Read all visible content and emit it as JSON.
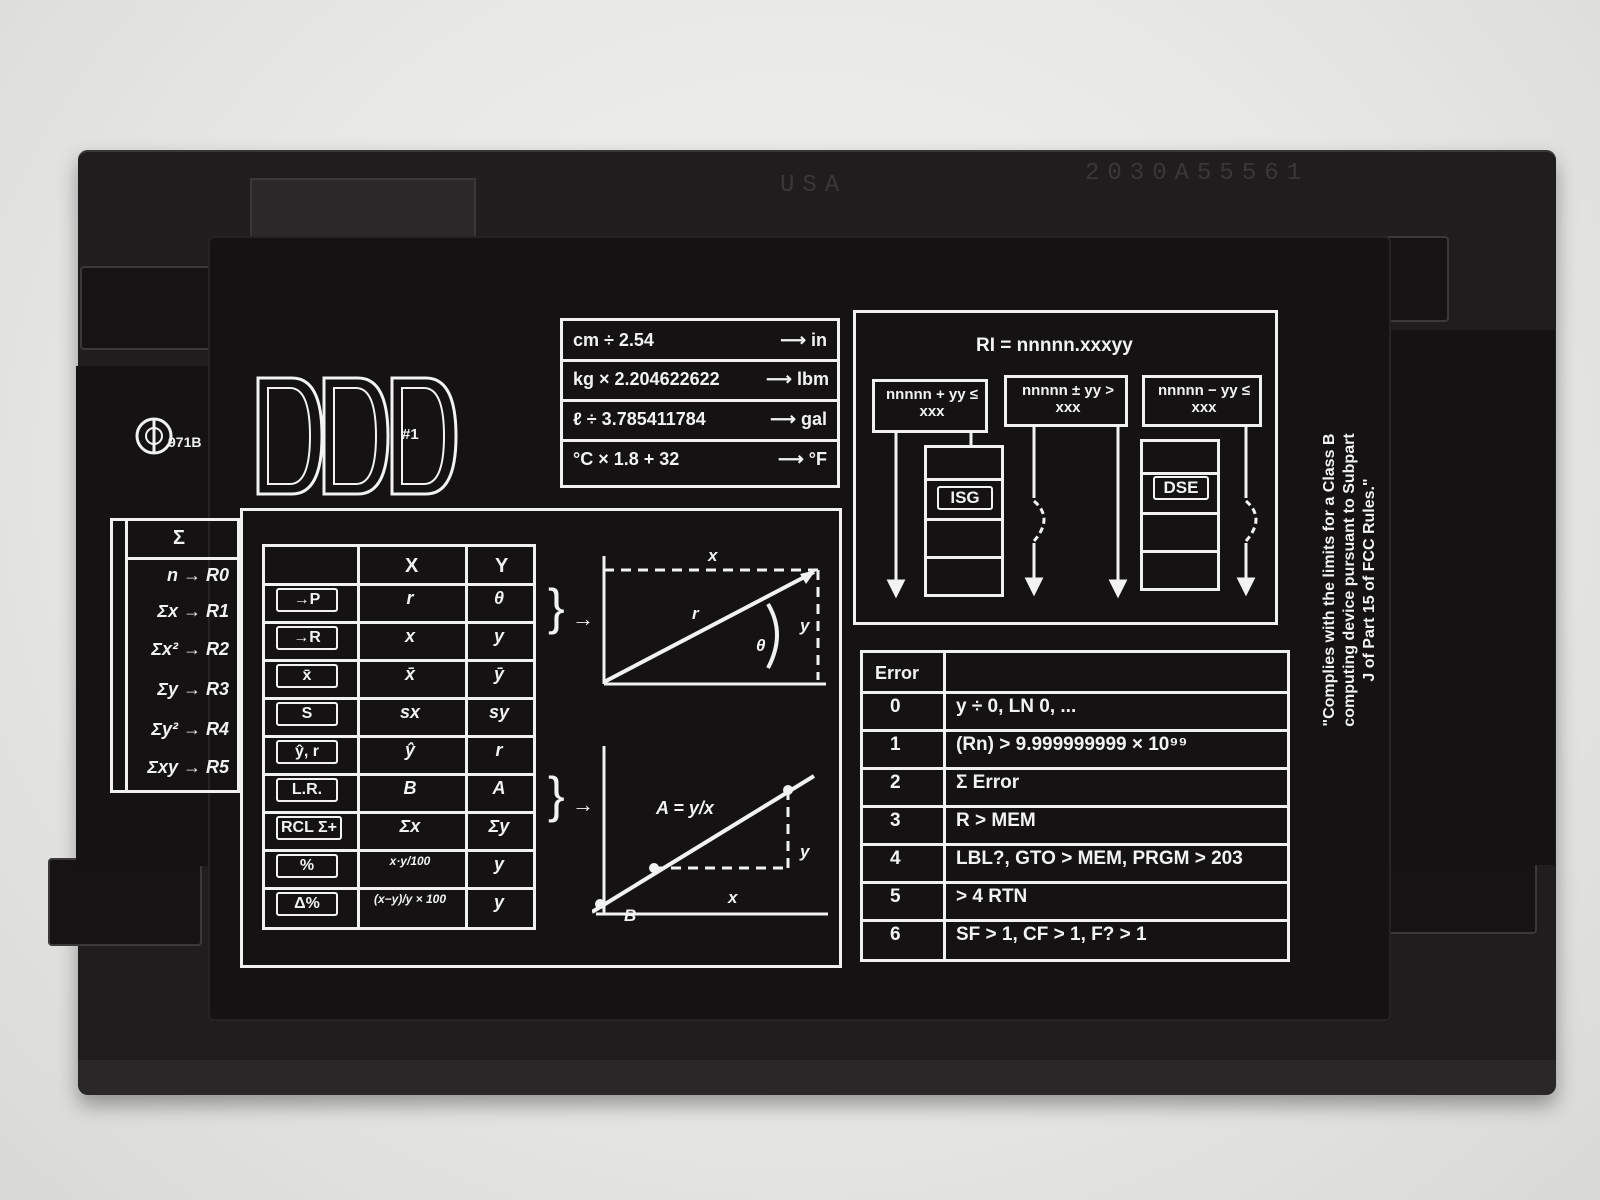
{
  "case": {
    "emboss_country": "USA",
    "emboss_serial": "2030A55561",
    "logo_code": "971B",
    "card_number": "#1"
  },
  "conversions": [
    {
      "left": "cm ÷ 2.54",
      "right": "in"
    },
    {
      "left": "kg × 2.204622622",
      "right": "lbm"
    },
    {
      "left": "ℓ ÷ 3.785411784",
      "right": "gal"
    },
    {
      "left": "°C × 1.8 + 32",
      "right": "°F"
    }
  ],
  "loop": {
    "title": "RI = nnnnn.xxxyy",
    "conds": [
      "nnnnn + yy ≤ xxx",
      "nnnnn ± yy > xxx",
      "nnnnn − yy ≤ xxx"
    ],
    "isg": "ISG",
    "dse": "DSE"
  },
  "sigma": {
    "header": "Σ",
    "rows": [
      "n → R0",
      "Σx → R1",
      "Σx² → R2",
      "Σy → R3",
      "Σy² → R4",
      "Σxy → R5"
    ]
  },
  "stats": {
    "col_x": "X",
    "col_y": "Y",
    "rows": [
      {
        "key": "→P",
        "x": "r",
        "y": "θ"
      },
      {
        "key": "→R",
        "x": "x",
        "y": "y"
      },
      {
        "key": "x̄",
        "x": "x̄",
        "y": "ȳ"
      },
      {
        "key": "S",
        "x": "sx",
        "y": "sy"
      },
      {
        "key": "ŷ, r",
        "x": "ŷ",
        "y": "r"
      },
      {
        "key": "L.R.",
        "x": "B",
        "y": "A"
      },
      {
        "key": "RCL Σ+",
        "x": "Σx",
        "y": "Σy"
      },
      {
        "key": "%",
        "x": "x·y/100",
        "y": "y"
      },
      {
        "key": "Δ%",
        "x": "(x−y)/y × 100",
        "y": "y"
      }
    ]
  },
  "diagram": {
    "top": {
      "x": "x",
      "r": "r",
      "theta": "θ",
      "y": "y"
    },
    "bottom": {
      "formula": "A = y/x",
      "y": "y",
      "x": "x",
      "b": "B"
    }
  },
  "errors": {
    "header": "Error",
    "rows": [
      {
        "code": "0",
        "text": "y ÷ 0,  LN 0, ..."
      },
      {
        "code": "1",
        "text": "(Rn) > 9.999999999 × 10⁹⁹"
      },
      {
        "code": "2",
        "text": "Σ Error"
      },
      {
        "code": "3",
        "text": "R > MEM"
      },
      {
        "code": "4",
        "text": "LBL?, GTO > MEM, PRGM > 203"
      },
      {
        "code": "5",
        "text": "> 4 RTN"
      },
      {
        "code": "6",
        "text": "SF > 1, CF > 1, F? > 1"
      }
    ]
  },
  "fcc": {
    "line1": "\"Complies with the limits for a Class B",
    "line2": "computing device pursuant to Subpart",
    "line3": "J of Part 15 of FCC Rules.\""
  }
}
